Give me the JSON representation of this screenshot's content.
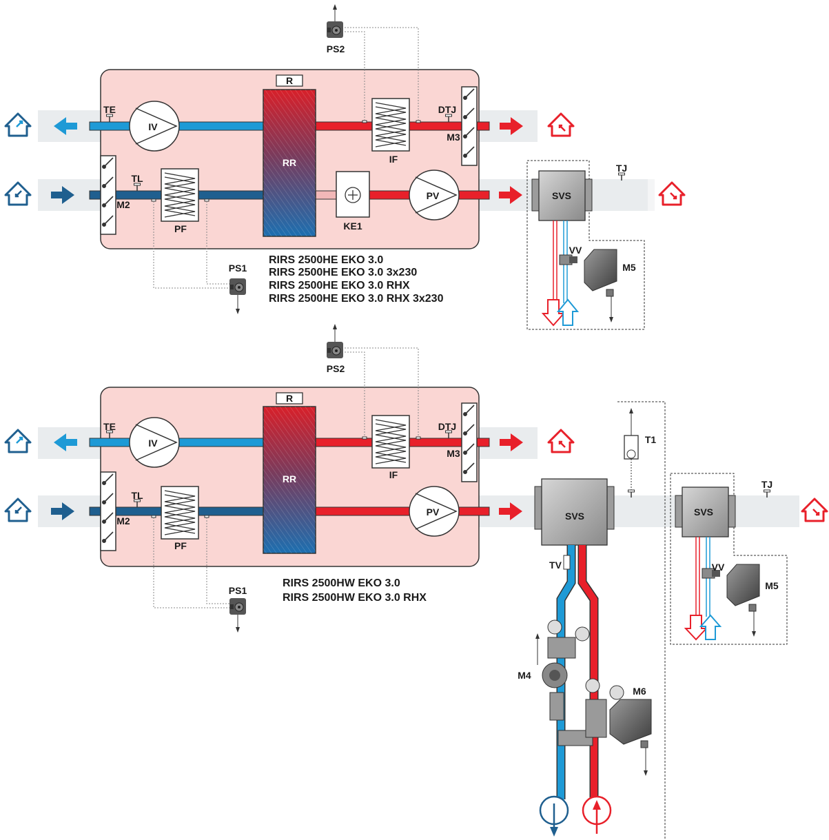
{
  "colors": {
    "housing": "#fad6d3",
    "cold": "#1e9ad6",
    "cold_dark": "#1f5f8f",
    "hot": "#e8202a",
    "duct": "#e9ecee",
    "dark": "#333333"
  },
  "top": {
    "labels": {
      "ps2": "PS2",
      "r": "R",
      "te": "TE",
      "iv": "IV",
      "rr": "RR",
      "if": "IF",
      "dtj": "DTJ",
      "m3": "M3",
      "tl": "TL",
      "m2": "M2",
      "pf": "PF",
      "ke1": "KE1",
      "pv": "PV",
      "ps1": "PS1",
      "svs": "SVS",
      "tj": "TJ",
      "vv": "VV",
      "m5": "M5"
    },
    "models": [
      "RIRS 2500HE EKO 3.0",
      "RIRS 2500HE EKO 3.0 3x230",
      "RIRS 2500HE EKO 3.0 RHX",
      "RIRS 2500HE EKO 3.0 RHX 3x230"
    ]
  },
  "bottom": {
    "labels": {
      "ps2": "PS2",
      "r": "R",
      "te": "TE",
      "iv": "IV",
      "rr": "RR",
      "if": "IF",
      "dtj": "DTJ",
      "m3": "M3",
      "tl": "TL",
      "m2": "M2",
      "pf": "PF",
      "pv": "PV",
      "ps1": "PS1",
      "t1": "T1",
      "svs": "SVS",
      "svs2": "SVS",
      "tj": "TJ",
      "tv": "TV",
      "vv": "VV",
      "m5": "M5",
      "m4": "M4",
      "m6": "M6"
    },
    "models": [
      "RIRS 2500HW EKO 3.0",
      "RIRS 2500HW EKO 3.0 RHX"
    ]
  }
}
